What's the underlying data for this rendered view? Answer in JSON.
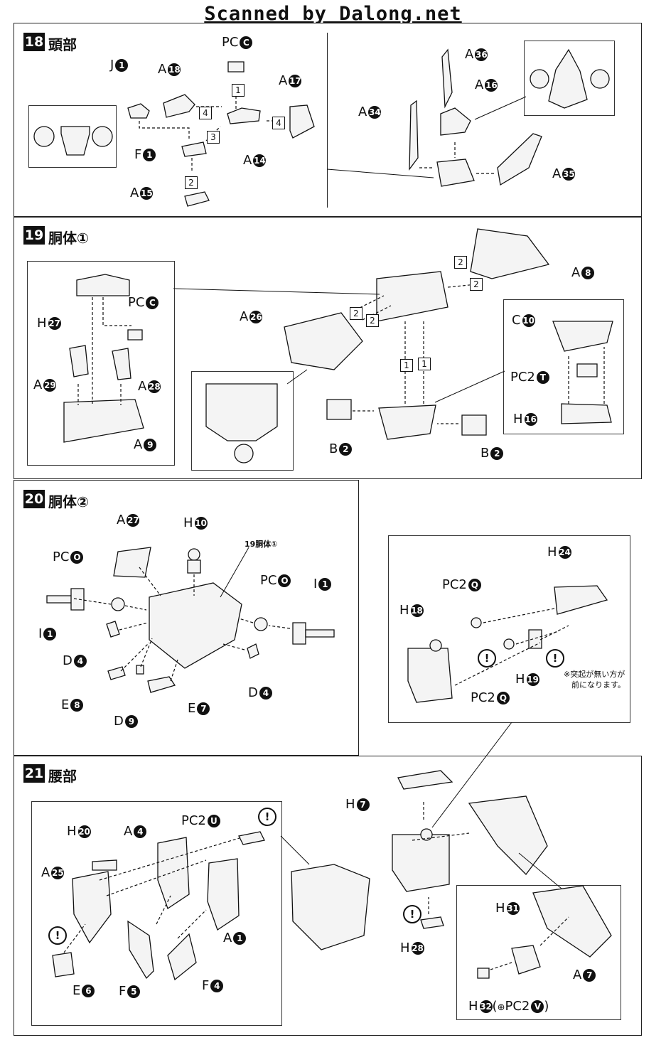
{
  "watermark": "Scanned_by_Dalong.net",
  "sections": {
    "s18": {
      "num": "18",
      "title": "頭部"
    },
    "s19": {
      "num": "19",
      "title": "胴体①"
    },
    "s20": {
      "num": "20",
      "title": "胴体②",
      "ref": "19胴体①"
    },
    "s21": {
      "num": "21",
      "title": "腰部"
    }
  },
  "steps": [
    "1",
    "2",
    "3",
    "4"
  ],
  "warn": "!",
  "note18": {
    "l1": "※突起が無い方が",
    "l2": "前になります。"
  },
  "labels": {
    "pcC": {
      "a": "PC",
      "n": "C"
    },
    "j1": {
      "a": "J",
      "n": "1"
    },
    "a18": {
      "a": "A",
      "n": "18"
    },
    "a17": {
      "a": "A",
      "n": "17"
    },
    "a14": {
      "a": "A",
      "n": "14"
    },
    "f1": {
      "a": "F",
      "n": "1"
    },
    "a15": {
      "a": "A",
      "n": "15"
    },
    "a36": {
      "a": "A",
      "n": "36"
    },
    "a16": {
      "a": "A",
      "n": "16"
    },
    "a34": {
      "a": "A",
      "n": "34"
    },
    "a35": {
      "a": "A",
      "n": "35"
    },
    "a8": {
      "a": "A",
      "n": "8"
    },
    "h27": {
      "a": "H",
      "n": "27"
    },
    "pcC2": {
      "a": "PC",
      "n": "C"
    },
    "a29": {
      "a": "A",
      "n": "29"
    },
    "a28": {
      "a": "A",
      "n": "28"
    },
    "a9": {
      "a": "A",
      "n": "9"
    },
    "a26": {
      "a": "A",
      "n": "26"
    },
    "c10": {
      "a": "C",
      "n": "10"
    },
    "pc2T": {
      "a": "PC2",
      "n": "T"
    },
    "h16": {
      "a": "H",
      "n": "16"
    },
    "b2a": {
      "a": "B",
      "n": "2"
    },
    "b2b": {
      "a": "B",
      "n": "2"
    },
    "a27": {
      "a": "A",
      "n": "27"
    },
    "h10": {
      "a": "H",
      "n": "10"
    },
    "pcO1": {
      "a": "PC",
      "n": "O"
    },
    "pcO2": {
      "a": "PC",
      "n": "O"
    },
    "i1a": {
      "a": "I",
      "n": "1"
    },
    "i1b": {
      "a": "I",
      "n": "1"
    },
    "d4a": {
      "a": "D",
      "n": "4"
    },
    "d4b": {
      "a": "D",
      "n": "4"
    },
    "e8": {
      "a": "E",
      "n": "8"
    },
    "d9": {
      "a": "D",
      "n": "9"
    },
    "e7": {
      "a": "E",
      "n": "7"
    },
    "h24": {
      "a": "H",
      "n": "24"
    },
    "pc2Q1": {
      "a": "PC2",
      "n": "Q"
    },
    "h18": {
      "a": "H",
      "n": "18"
    },
    "pc2Q2": {
      "a": "PC2",
      "n": "Q"
    },
    "h19": {
      "a": "H",
      "n": "19"
    },
    "h7": {
      "a": "H",
      "n": "7"
    },
    "h20": {
      "a": "H",
      "n": "20"
    },
    "a4": {
      "a": "A",
      "n": "4"
    },
    "pc2U": {
      "a": "PC2",
      "n": "U"
    },
    "a25": {
      "a": "A",
      "n": "25"
    },
    "a1": {
      "a": "A",
      "n": "1"
    },
    "e6": {
      "a": "E",
      "n": "6"
    },
    "f5": {
      "a": "F",
      "n": "5"
    },
    "f4": {
      "a": "F",
      "n": "4"
    },
    "h28": {
      "a": "H",
      "n": "28"
    },
    "h31": {
      "a": "H",
      "n": "31"
    },
    "a7": {
      "a": "A",
      "n": "7"
    },
    "h32": {
      "a": "H",
      "n": "32",
      "extra": "PC2",
      "extraN": "V"
    }
  }
}
